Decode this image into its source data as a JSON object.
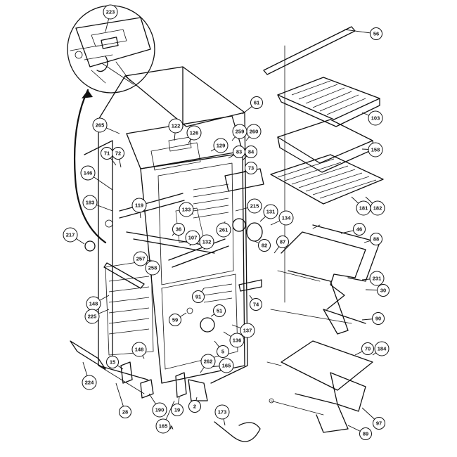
{
  "callouts": [
    {
      "id": "c-223",
      "label": "223"
    },
    {
      "id": "c-56",
      "label": "56"
    },
    {
      "id": "c-61",
      "label": "61"
    },
    {
      "id": "c-265",
      "label": "265"
    },
    {
      "id": "c-122",
      "label": "122"
    },
    {
      "id": "c-126",
      "label": "126"
    },
    {
      "id": "c-129",
      "label": "129"
    },
    {
      "id": "c-259",
      "label": "259"
    },
    {
      "id": "c-260",
      "label": "260"
    },
    {
      "id": "c-103",
      "label": "103"
    },
    {
      "id": "c-71",
      "label": "71"
    },
    {
      "id": "c-72",
      "label": "72"
    },
    {
      "id": "c-83",
      "label": "83"
    },
    {
      "id": "c-84",
      "label": "84"
    },
    {
      "id": "c-158",
      "label": "158"
    },
    {
      "id": "c-146",
      "label": "146"
    },
    {
      "id": "c-73",
      "label": "73"
    },
    {
      "id": "c-215",
      "label": "215"
    },
    {
      "id": "c-181",
      "label": "181"
    },
    {
      "id": "c-182",
      "label": "182"
    },
    {
      "id": "c-183",
      "label": "183"
    },
    {
      "id": "c-119",
      "label": "119"
    },
    {
      "id": "c-133",
      "label": "133"
    },
    {
      "id": "c-131",
      "label": "131"
    },
    {
      "id": "c-134",
      "label": "134"
    },
    {
      "id": "c-261",
      "label": "261"
    },
    {
      "id": "c-36",
      "label": "36"
    },
    {
      "id": "c-46",
      "label": "46"
    },
    {
      "id": "c-217",
      "label": "217"
    },
    {
      "id": "c-107",
      "label": "107"
    },
    {
      "id": "c-132",
      "label": "132"
    },
    {
      "id": "c-82",
      "label": "82"
    },
    {
      "id": "c-87",
      "label": "87"
    },
    {
      "id": "c-88",
      "label": "88"
    },
    {
      "id": "c-257",
      "label": "257"
    },
    {
      "id": "c-258",
      "label": "258"
    },
    {
      "id": "c-231",
      "label": "231"
    },
    {
      "id": "c-30",
      "label": "30"
    },
    {
      "id": "c-91",
      "label": "91"
    },
    {
      "id": "c-148a",
      "label": "148"
    },
    {
      "id": "c-225",
      "label": "225"
    },
    {
      "id": "c-74",
      "label": "74"
    },
    {
      "id": "c-59",
      "label": "59"
    },
    {
      "id": "c-51",
      "label": "51"
    },
    {
      "id": "c-90",
      "label": "90"
    },
    {
      "id": "c-137",
      "label": "137"
    },
    {
      "id": "c-136",
      "label": "136"
    },
    {
      "id": "c-148b",
      "label": "148"
    },
    {
      "id": "c-5",
      "label": "5"
    },
    {
      "id": "c-70",
      "label": "70"
    },
    {
      "id": "c-184",
      "label": "184"
    },
    {
      "id": "c-15",
      "label": "15"
    },
    {
      "id": "c-262",
      "label": "262"
    },
    {
      "id": "c-165a",
      "label": "165"
    },
    {
      "id": "c-224",
      "label": "224"
    },
    {
      "id": "c-190",
      "label": "190"
    },
    {
      "id": "c-19",
      "label": "19"
    },
    {
      "id": "c-2",
      "label": "2"
    },
    {
      "id": "c-173",
      "label": "173"
    },
    {
      "id": "c-28",
      "label": "28"
    },
    {
      "id": "c-165b",
      "label": "165"
    },
    {
      "id": "c-97",
      "label": "97"
    },
    {
      "id": "c-89",
      "label": "89"
    }
  ],
  "inset_suffix": "A"
}
